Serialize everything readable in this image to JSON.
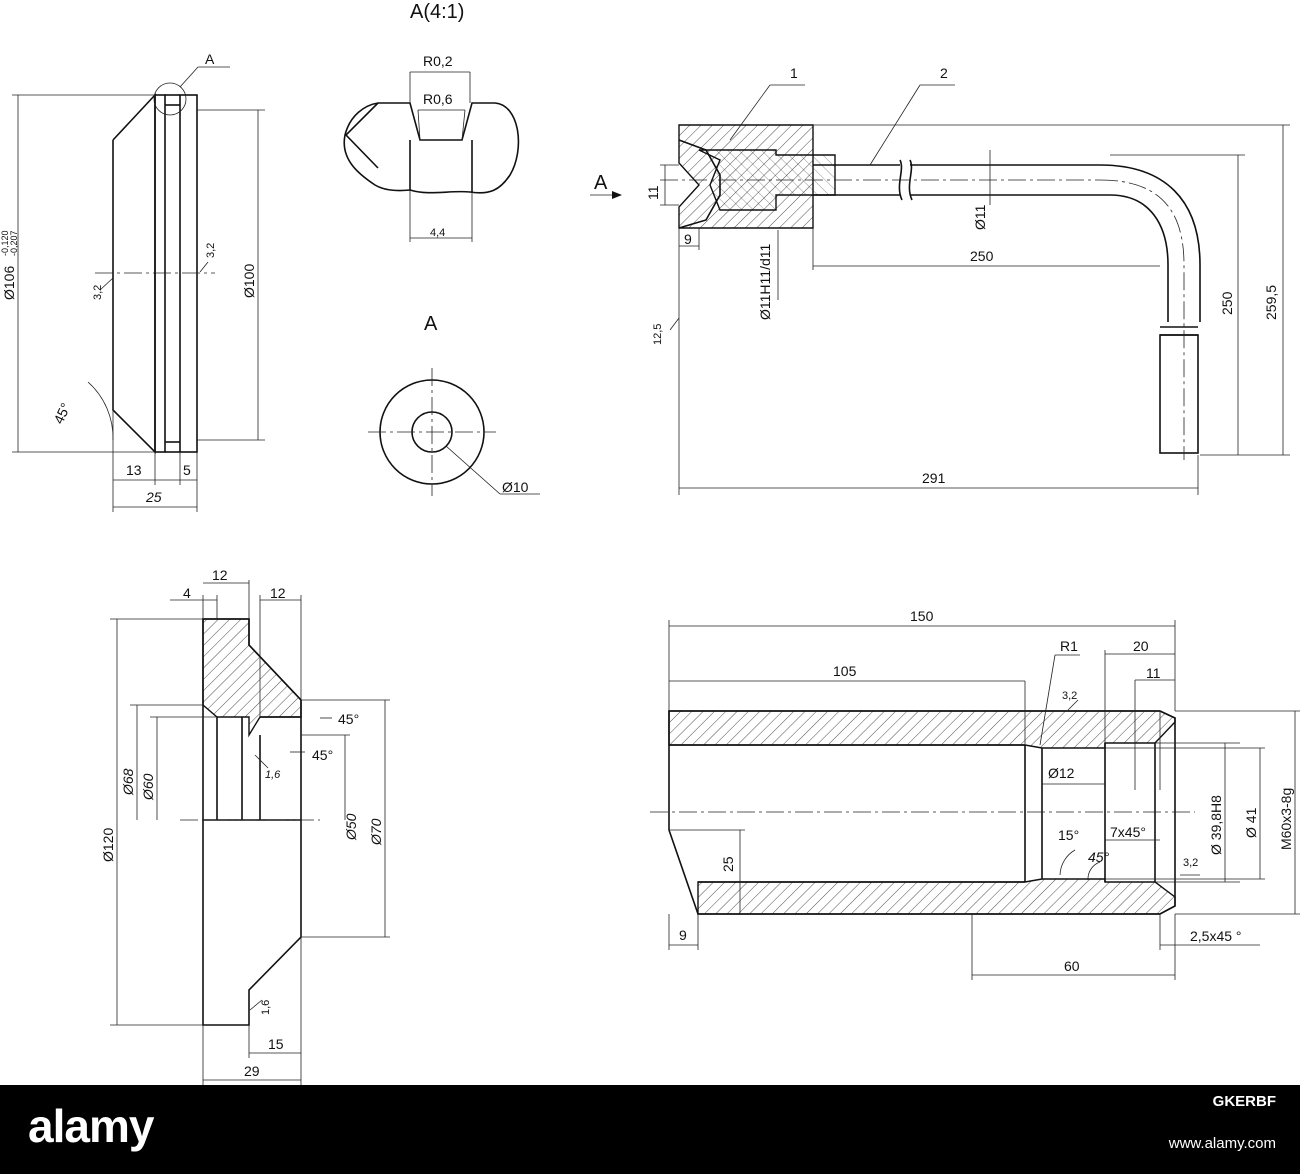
{
  "views": {
    "detail": {
      "title": "A(4:1)",
      "r_small": "R0,2",
      "r_large": "R0,6",
      "width": "4,4"
    },
    "arrow_view": {
      "label": "A",
      "hole_dia": "Ø10"
    },
    "disc": {
      "mark": "A",
      "dia_outer": "Ø106",
      "tol_upper": "-0,120",
      "tol_lower": "-0,207",
      "dia_inner": "Ø100",
      "rough_left": "3,2",
      "rough_right": "3,2",
      "angle": "45°",
      "len_a": "13",
      "len_b": "5",
      "len_total": "25"
    },
    "pin": {
      "callout_1": "1",
      "callout_2": "2",
      "view_mark": "A",
      "len_hole": "11",
      "len_9": "9",
      "fit": "Ø11H11/d11",
      "rod_dia": "Ø11",
      "len_250_h": "250",
      "len_250_v": "250",
      "len_259": "259,5",
      "len_291": "291",
      "rough": "12,5"
    },
    "flange": {
      "w_4": "4",
      "w_12a": "12",
      "w_12b": "12",
      "angle_a": "45°",
      "angle_b": "45°",
      "rough_a": "1,6",
      "rough_b": "1,6",
      "d68": "Ø68",
      "d60": "Ø60",
      "d120": "Ø120",
      "d50": "Ø50",
      "d70": "Ø70",
      "w_15": "15",
      "w_29": "29"
    },
    "sleeve": {
      "len_150": "150",
      "len_105": "105",
      "radius": "R1",
      "len_20": "20",
      "len_11": "11",
      "rough_top": "3,2",
      "d12": "Ø12",
      "d39": "Ø 39,8H8",
      "d41": "Ø 41",
      "thread": "M60x3-8g",
      "angle_15": "15°",
      "chamfer_7": "7x45°",
      "angle_45": "45°",
      "rough_right": "3,2",
      "len_25": "25",
      "len_9": "9",
      "chamfer_25": "2,5x45 °",
      "len_60": "60"
    }
  },
  "footer": {
    "logo": "alamy",
    "image_id": "GKERBF",
    "site": "www.alamy.com"
  }
}
